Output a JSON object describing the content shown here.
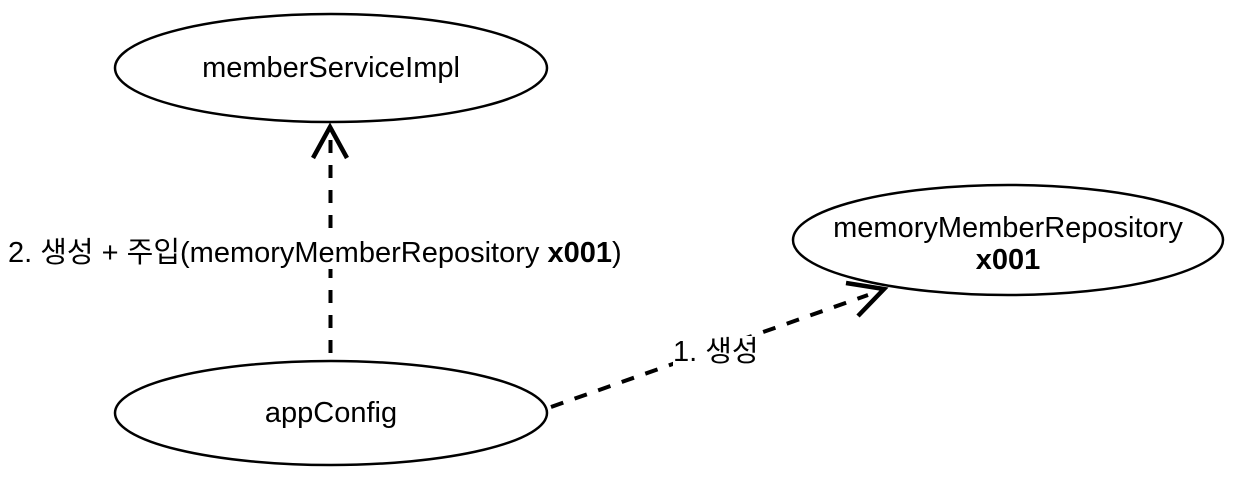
{
  "diagram": {
    "title": "spring-bean-dependency-injection-diagram",
    "colors": {
      "background": "#ffffff",
      "stroke": "#000000",
      "text": "#000000"
    },
    "nodes": [
      {
        "id": "memberServiceImpl",
        "label": "memberServiceImpl",
        "shape": "ellipse"
      },
      {
        "id": "appConfig",
        "label": "appConfig",
        "shape": "ellipse"
      },
      {
        "id": "memoryMemberRepository",
        "label": "memoryMemberRepository",
        "sublabel": "x001",
        "shape": "ellipse"
      }
    ],
    "edges": [
      {
        "id": "edge-2-create-inject",
        "from": "appConfig",
        "to": "memberServiceImpl",
        "style": "dashed",
        "label_prefix": "2. 생성 + 주입(memoryMemberRepository ",
        "label_bold": "x001",
        "label_suffix": ")"
      },
      {
        "id": "edge-1-create",
        "from": "appConfig",
        "to": "memoryMemberRepository",
        "style": "dashed",
        "label": "1. 생성"
      }
    ]
  }
}
